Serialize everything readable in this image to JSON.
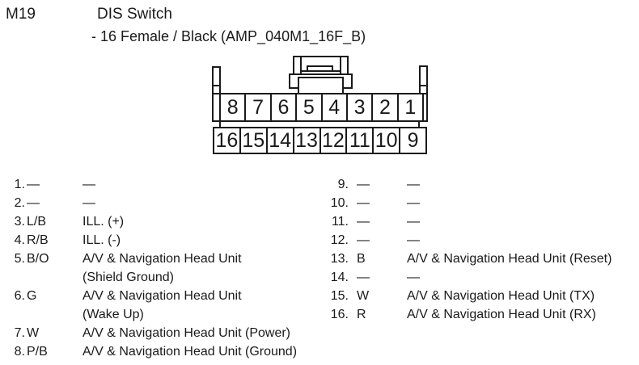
{
  "header": {
    "connector_id": "M19",
    "title": "DIS Switch",
    "subtitle": "- 16 Female / Black (AMP_040M1_16F_B)"
  },
  "connector": {
    "top_row": [
      "8",
      "7",
      "6",
      "5",
      "4",
      "3",
      "2",
      "1"
    ],
    "bottom_row": [
      "16",
      "15",
      "14",
      "13",
      "12",
      "11",
      "10",
      "9"
    ]
  },
  "pin_list": {
    "left": [
      {
        "num": "1.",
        "code": "—",
        "desc1": "—",
        "desc2": ""
      },
      {
        "num": "2.",
        "code": "—",
        "desc1": "—",
        "desc2": ""
      },
      {
        "num": "3.",
        "code": "L/B",
        "desc1": "ILL. (+)",
        "desc2": ""
      },
      {
        "num": "4.",
        "code": "R/B",
        "desc1": "ILL. (-)",
        "desc2": ""
      },
      {
        "num": "5.",
        "code": "B/O",
        "desc1": "A/V & Navigation Head Unit",
        "desc2": "(Shield Ground)"
      },
      {
        "num": "6.",
        "code": "G",
        "desc1": "A/V & Navigation Head Unit",
        "desc2": "(Wake Up)"
      },
      {
        "num": "7.",
        "code": "W",
        "desc1": "A/V & Navigation Head Unit (Power)",
        "desc2": ""
      },
      {
        "num": "8.",
        "code": "P/B",
        "desc1": "A/V & Navigation Head Unit (Ground)",
        "desc2": ""
      }
    ],
    "right": [
      {
        "num": "9.",
        "code": "—",
        "desc1": "—",
        "desc2": ""
      },
      {
        "num": "10.",
        "code": "—",
        "desc1": "—",
        "desc2": ""
      },
      {
        "num": "11.",
        "code": "—",
        "desc1": "—",
        "desc2": ""
      },
      {
        "num": "12.",
        "code": "—",
        "desc1": "—",
        "desc2": ""
      },
      {
        "num": "13.",
        "code": "B",
        "desc1": "A/V & Navigation Head Unit (Reset)",
        "desc2": ""
      },
      {
        "num": "14.",
        "code": "—",
        "desc1": "—",
        "desc2": ""
      },
      {
        "num": "15.",
        "code": "W",
        "desc1": "A/V & Navigation Head Unit (TX)",
        "desc2": ""
      },
      {
        "num": "16.",
        "code": "R",
        "desc1": "A/V & Navigation Head Unit (RX)",
        "desc2": ""
      }
    ]
  },
  "colors": {
    "ink": "#1a1a1a",
    "background": "#ffffff"
  }
}
